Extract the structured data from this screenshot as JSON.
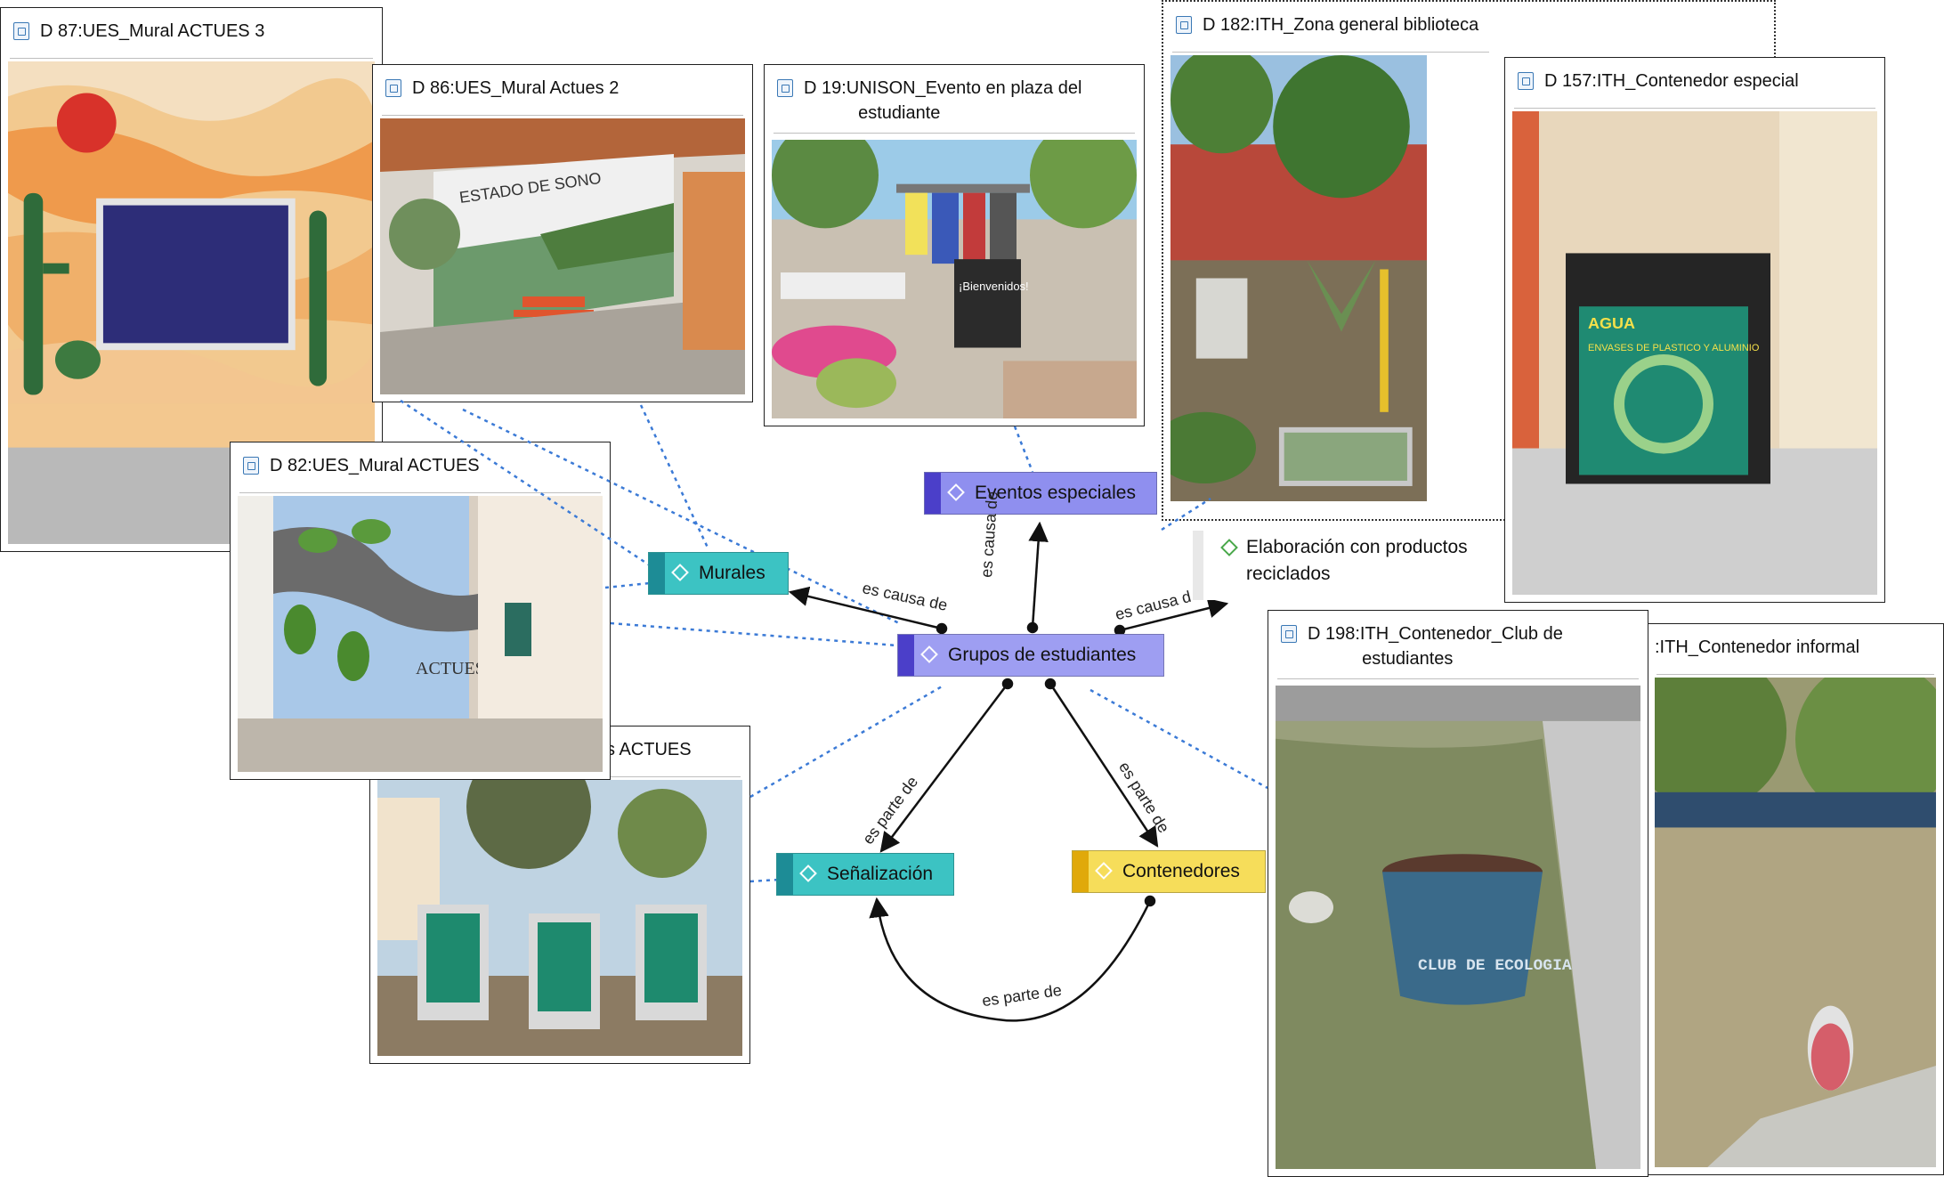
{
  "documents": {
    "d87": {
      "title": "D 87:UES_Mural ACTUES 3"
    },
    "d86": {
      "title": "D 86:UES_Mural Actues 2"
    },
    "d19": {
      "title": "D 19:UNISON_Evento en plaza del\n           estudiante"
    },
    "d182": {
      "title": "D 182:ITH_Zona general biblioteca"
    },
    "d157": {
      "title": "D 157:ITH_Contenedor especial"
    },
    "d82": {
      "title": "D 82:UES_Mural ACTUES"
    },
    "dactues": {
      "title": "s ACTUES"
    },
    "d198": {
      "title": "D 198:ITH_Contenedor_Club de\n           estudiantes"
    },
    "dinformal": {
      "title": ":ITH_Contenedor informal"
    }
  },
  "codes": {
    "eventos": {
      "label": "Eventos especiales",
      "color": "#8f8fef",
      "bar": "#4b3fc9"
    },
    "murales": {
      "label": "Murales",
      "color": "#3cc3c3",
      "bar": "#1d8c96"
    },
    "grupos": {
      "label": "Grupos de estudiantes",
      "color": "#9e9ef2",
      "bar": "#4b3fc9"
    },
    "senalizacion": {
      "label": "Señalización",
      "color": "#3cc3c3",
      "bar": "#1d8c96"
    },
    "contenedores": {
      "label": "Contenedores",
      "color": "#f6dd5a",
      "bar": "#e0a90a"
    },
    "elaboracion": {
      "label": "Elaboración con productos\nreciclados",
      "color": "#ffffff",
      "bar": "#e8e8e8"
    }
  },
  "relations": {
    "causa1": "es causa de",
    "causa2": "es causa de",
    "causa3": "es causa d",
    "parte1": "es parte de",
    "parte2": "es parte de",
    "parte3": "es parte de"
  },
  "photo_text": {
    "sonora": "ESTADO DE SONO",
    "pizarra": "¡Bienvenidos!",
    "agua": "AGUA",
    "envases": "ENVASES DE PLASTICO Y ALUMINIO",
    "club": "CLUB DE ECOLOGIA",
    "actues": "ACTUES"
  }
}
